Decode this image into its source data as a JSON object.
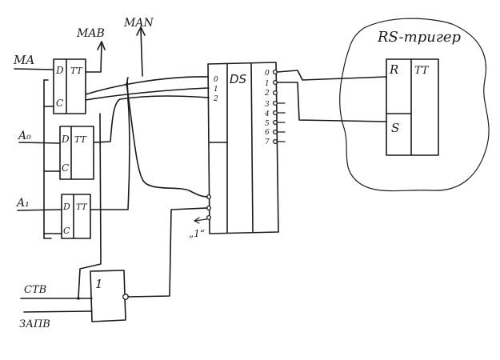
{
  "signals": {
    "ma": "MA",
    "a0": "A₀",
    "a1": "A₁",
    "mab": "MAB",
    "man": "MAN",
    "stb": "СТВ",
    "zapb": "ЗАПВ",
    "one_marker": "„1“"
  },
  "flipflops": [
    {
      "d": "D",
      "c": "C",
      "tt": "TT"
    },
    {
      "d": "D",
      "c": "C",
      "tt": "TT"
    },
    {
      "d": "D",
      "c": "C",
      "tt": "TT"
    }
  ],
  "or_gate": {
    "label": "1"
  },
  "decoder": {
    "label": "DS",
    "inputs": [
      "0",
      "1",
      "2"
    ],
    "outputs": [
      "0",
      "1",
      "2",
      "3",
      "4",
      "5",
      "6",
      "7"
    ]
  },
  "rs_trigger": {
    "title": "RS-тригер",
    "r": "R",
    "s": "S",
    "tt": "TT"
  }
}
